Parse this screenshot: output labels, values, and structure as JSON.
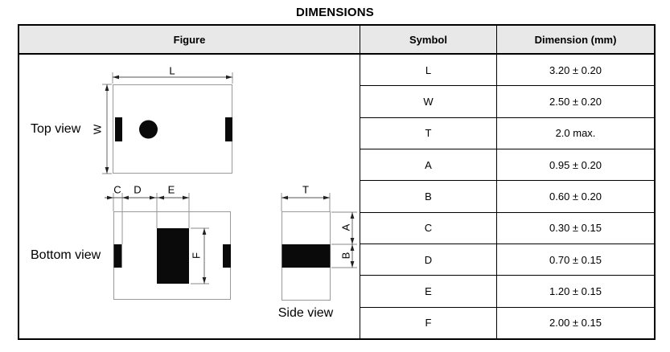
{
  "title": "DIMENSIONS",
  "table": {
    "headers": {
      "figure": "Figure",
      "symbol": "Symbol",
      "dimension": "Dimension (mm)"
    },
    "rows": [
      {
        "symbol": "L",
        "dimension": "3.20 ± 0.20"
      },
      {
        "symbol": "W",
        "dimension": "2.50 ± 0.20"
      },
      {
        "symbol": "T",
        "dimension": "2.0 max."
      },
      {
        "symbol": "A",
        "dimension": "0.95 ± 0.20"
      },
      {
        "symbol": "B",
        "dimension": "0.60 ± 0.20"
      },
      {
        "symbol": "C",
        "dimension": "0.30 ± 0.15"
      },
      {
        "symbol": "D",
        "dimension": "0.70 ± 0.15"
      },
      {
        "symbol": "E",
        "dimension": "1.20 ± 0.15"
      },
      {
        "symbol": "F",
        "dimension": "2.00 ± 0.15"
      }
    ]
  },
  "figure": {
    "view_labels": {
      "top": "Top view",
      "bottom": "Bottom view",
      "side": "Side view"
    },
    "dim_labels": {
      "L": "L",
      "W": "W",
      "C": "C",
      "D": "D",
      "E": "E",
      "F": "F",
      "T": "T",
      "A": "A",
      "B": "B"
    }
  },
  "colors": {
    "header_bg": "#e8e8e8",
    "table_border": "#000000",
    "drawing_fill": "#0a0a0a",
    "drawing_outline": "#999999"
  }
}
